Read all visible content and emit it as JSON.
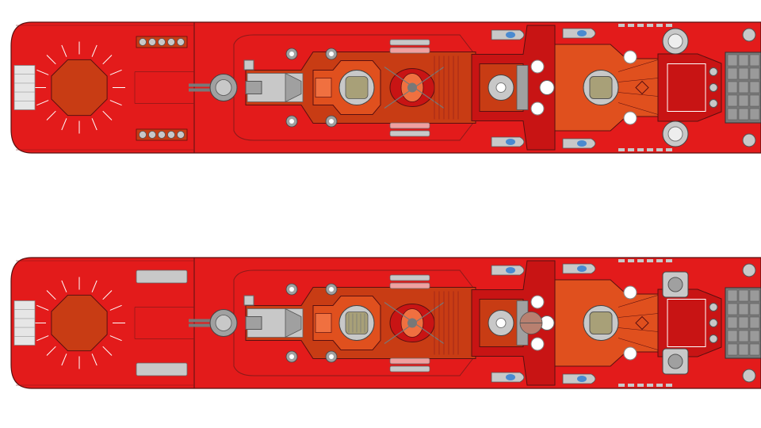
{
  "colors": {
    "background": "#ffffff",
    "deck_red": "#e31b1b",
    "deck_red_dark": "#c81414",
    "outline": "#5a1010",
    "orange_dark": "#c83c14",
    "orange": "#e0501e",
    "orange_light": "#f07040",
    "grey_light": "#c8c8c8",
    "grey": "#a0a0a0",
    "grey_dark": "#787878",
    "white_panel": "#e6e6e6",
    "khaki": "#a8a078",
    "blue_accent": "#4a8ad0"
  },
  "drawings": [
    {
      "id": "ship-top",
      "variant": "A",
      "icons": [
        "helipad-icon",
        "gun-turret-icon",
        "radar-dome-icon",
        "missile-launcher-icon",
        "vls-grid-icon"
      ]
    },
    {
      "id": "ship-bottom",
      "variant": "B",
      "icons": [
        "helipad-icon",
        "gun-turret-icon",
        "radar-dome-icon",
        "missile-launcher-icon",
        "vls-grid-icon"
      ]
    }
  ]
}
